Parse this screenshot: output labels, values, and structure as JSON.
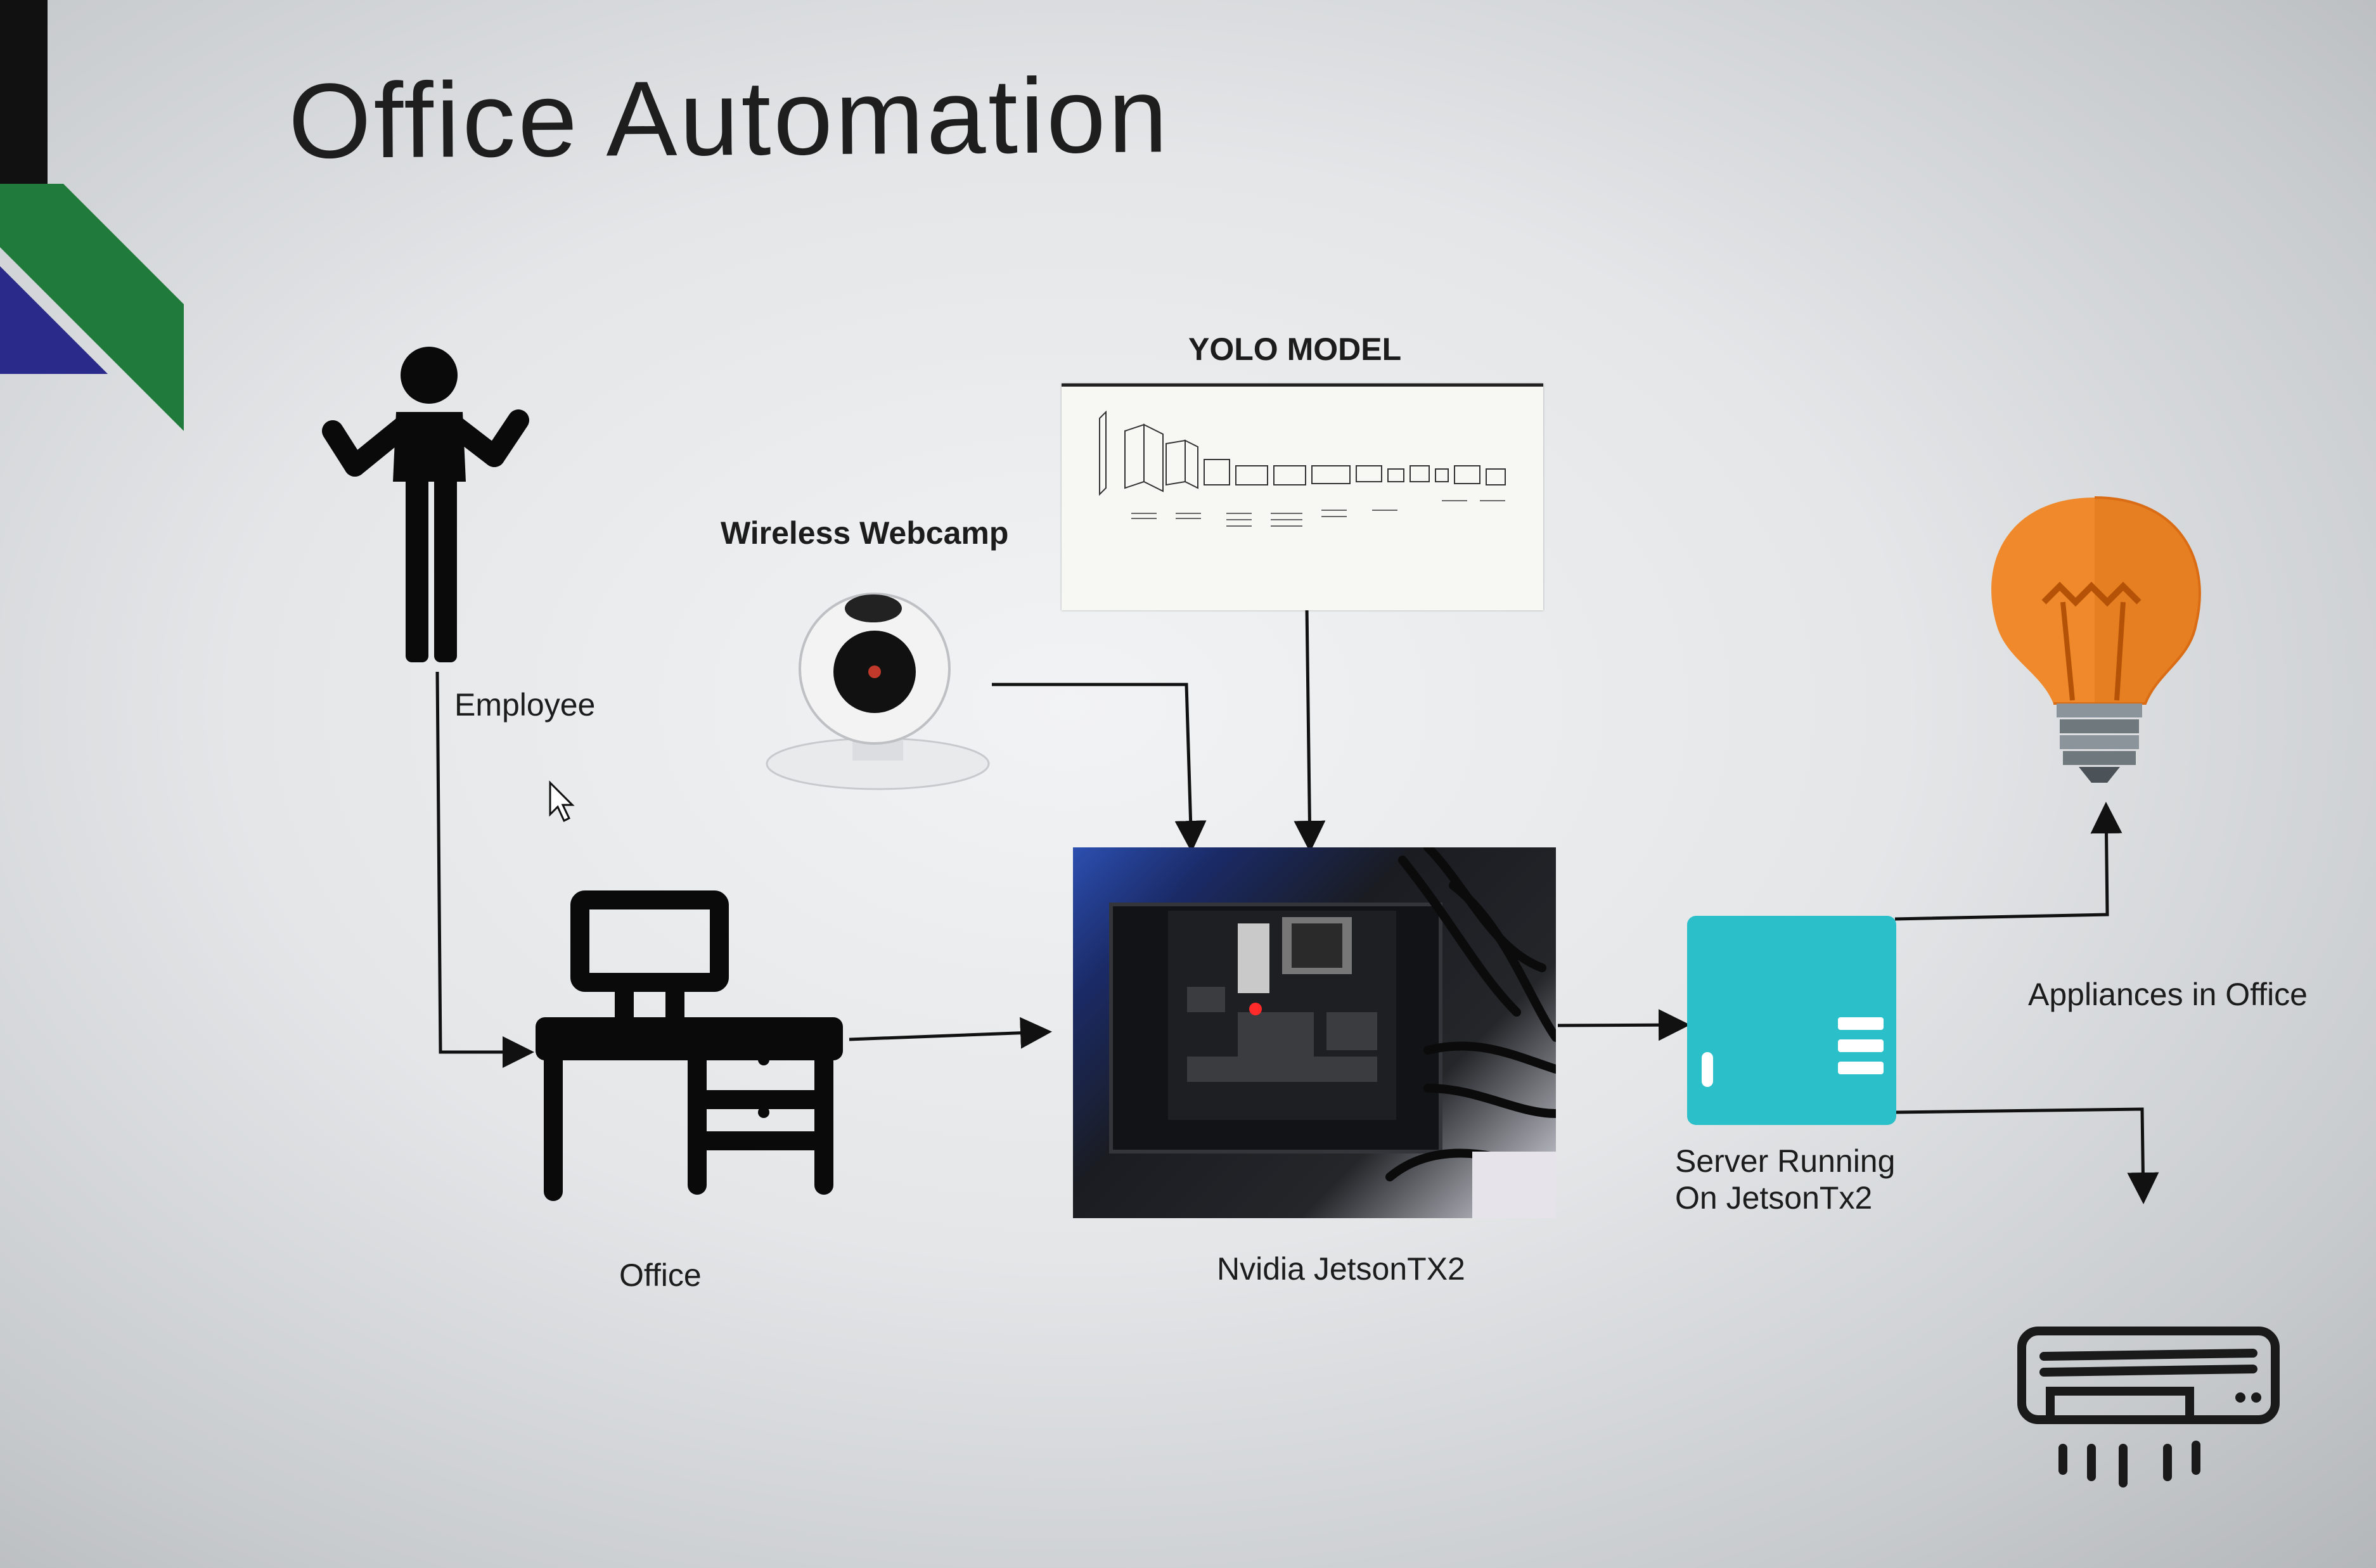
{
  "slide": {
    "title": "Office Automation"
  },
  "labels": {
    "employee": "Employee",
    "webcam": "Wireless Webcamp",
    "yolo": "YOLO MODEL",
    "office": "Office",
    "jetson": "Nvidia JetsonTX2",
    "server_line1": "Server Running",
    "server_line2": "On JetsonTx2",
    "appliances": "Appliances in Office"
  },
  "colors": {
    "accent_green": "#1f7a3c",
    "accent_blue": "#2a2a8a",
    "server_teal": "#2bbfc9",
    "bulb_orange": "#f0892b",
    "line": "#111111"
  },
  "icons": [
    "person-icon",
    "webcam-icon",
    "desk-icon",
    "server-icon",
    "light-bulb-icon",
    "air-conditioner-icon",
    "cursor-icon"
  ]
}
